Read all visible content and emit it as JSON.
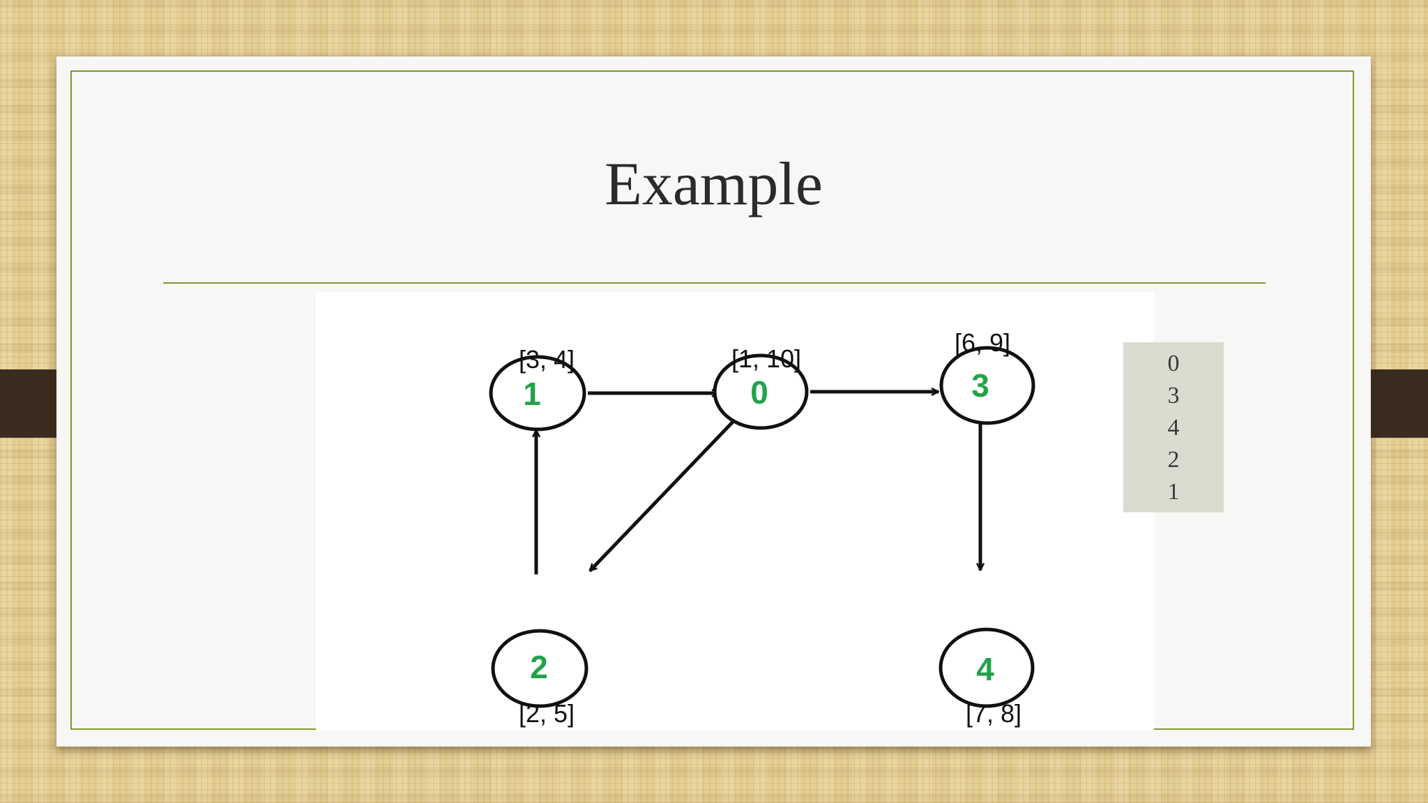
{
  "slide": {
    "title": "Example"
  },
  "graph": {
    "nodes": [
      {
        "id": "1",
        "interval": "[3, 4]"
      },
      {
        "id": "0",
        "interval": "[1, 10]"
      },
      {
        "id": "3",
        "interval": "[6, 9]"
      },
      {
        "id": "2",
        "interval": "[2, 5]"
      },
      {
        "id": "4",
        "interval": "[7, 8]"
      }
    ],
    "edges": [
      {
        "from": "1",
        "to": "0"
      },
      {
        "from": "0",
        "to": "3"
      },
      {
        "from": "0",
        "to": "2"
      },
      {
        "from": "2",
        "to": "1"
      },
      {
        "from": "3",
        "to": "4"
      }
    ],
    "node_label_color": "#22a34a"
  },
  "order": {
    "items": [
      "0",
      "3",
      "4",
      "2",
      "1"
    ]
  }
}
